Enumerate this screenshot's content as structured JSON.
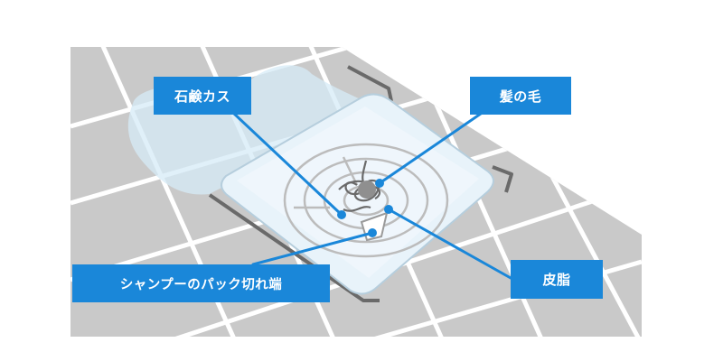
{
  "labels": {
    "soap_scum": "石鹸カス",
    "hair": "髪の毛",
    "sebum": "皮脂",
    "pack_scrap": "シャンプーのパック切れ端"
  },
  "colors": {
    "label_bg": "#1a87d9",
    "label_text": "#ffffff",
    "tile": "#c9c9c9",
    "grout": "#ffffff",
    "water": "#d6ebf7",
    "drain": "#bcbcbc",
    "leader_line": "#1a87d9"
  }
}
